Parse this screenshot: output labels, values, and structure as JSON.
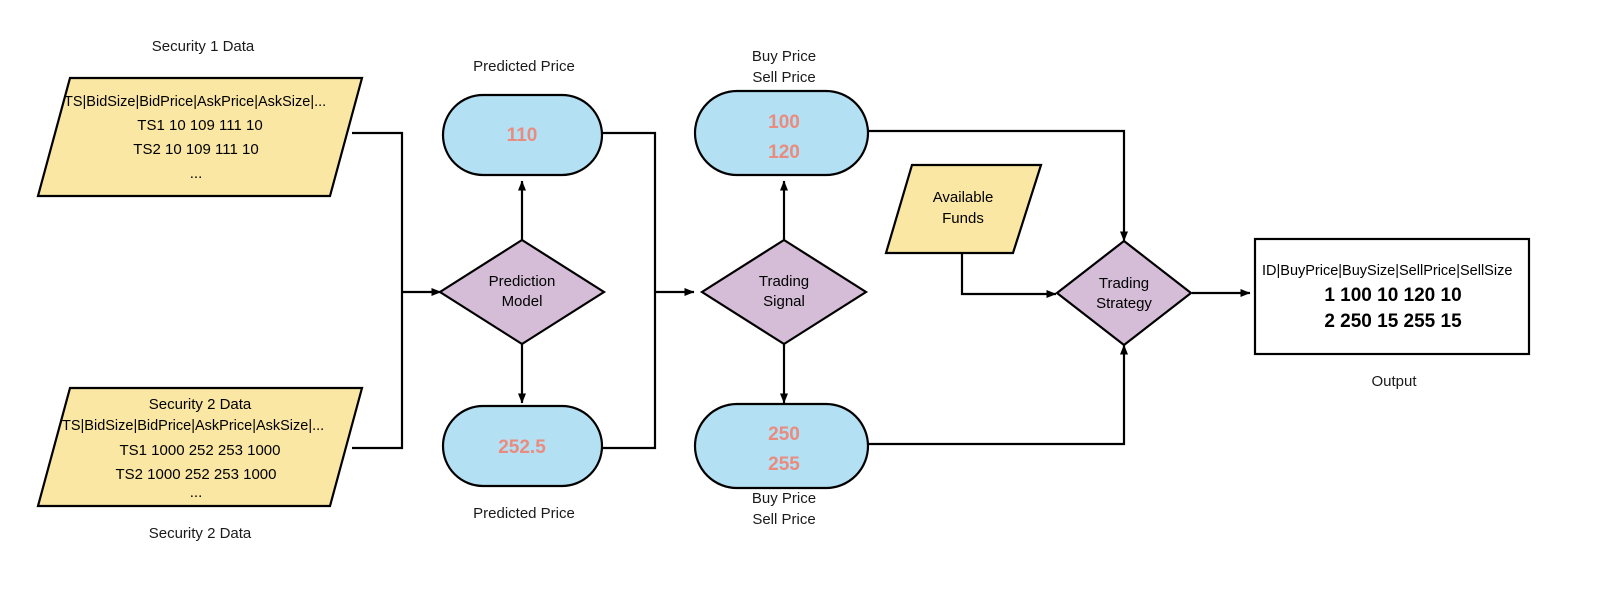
{
  "diagram": {
    "title": "Trading system dataflow diagram",
    "colors": {
      "data_fill": "#fae7a3",
      "terminal_fill": "#b3e0f2",
      "decision_fill": "#d5bdd8",
      "value_text": "#ea8b7f",
      "stroke": "#000000",
      "background": "#ffffff"
    },
    "nodes": {
      "security1_caption": "Security 1 Data",
      "security1_data": {
        "header": "TS|BidSize|BidPrice|AskPrice|AskSize|...",
        "rows": [
          "TS1 10 109 111 10",
          "TS2 10 109 111 10"
        ],
        "ellipsis": "..."
      },
      "security2_caption_inside": "Security 2 Data",
      "security2_caption_below": "Security 2 Data",
      "security2_data": {
        "header": "TS|BidSize|BidPrice|AskPrice|AskSize|...",
        "rows": [
          "TS1 1000 252 253 1000",
          "TS2 1000 252 253 1000"
        ],
        "ellipsis": "..."
      },
      "prediction_model": {
        "line1": "Prediction",
        "line2": "Model"
      },
      "predicted_price_top": {
        "caption": "Predicted Price",
        "value": "110"
      },
      "predicted_price_bottom": {
        "caption": "Predicted Price",
        "value": "252.5"
      },
      "trading_signal": {
        "line1": "Trading",
        "line2": "Signal"
      },
      "buy_sell_top": {
        "caption_line1": "Buy Price",
        "caption_line2": "Sell Price",
        "buy_value": "100",
        "sell_value": "120"
      },
      "buy_sell_bottom": {
        "caption_line1": "Buy Price",
        "caption_line2": "Sell Price",
        "buy_value": "250",
        "sell_value": "255"
      },
      "available_funds": {
        "line1": "Available",
        "line2": "Funds"
      },
      "trading_strategy": {
        "line1": "Trading",
        "line2": "Strategy"
      },
      "output": {
        "caption": "Output",
        "header": "ID|BuyPrice|BuySize|SellPrice|SellSize",
        "rows": [
          "1 100 10 120 10",
          "2 250 15 255 15"
        ]
      }
    }
  }
}
